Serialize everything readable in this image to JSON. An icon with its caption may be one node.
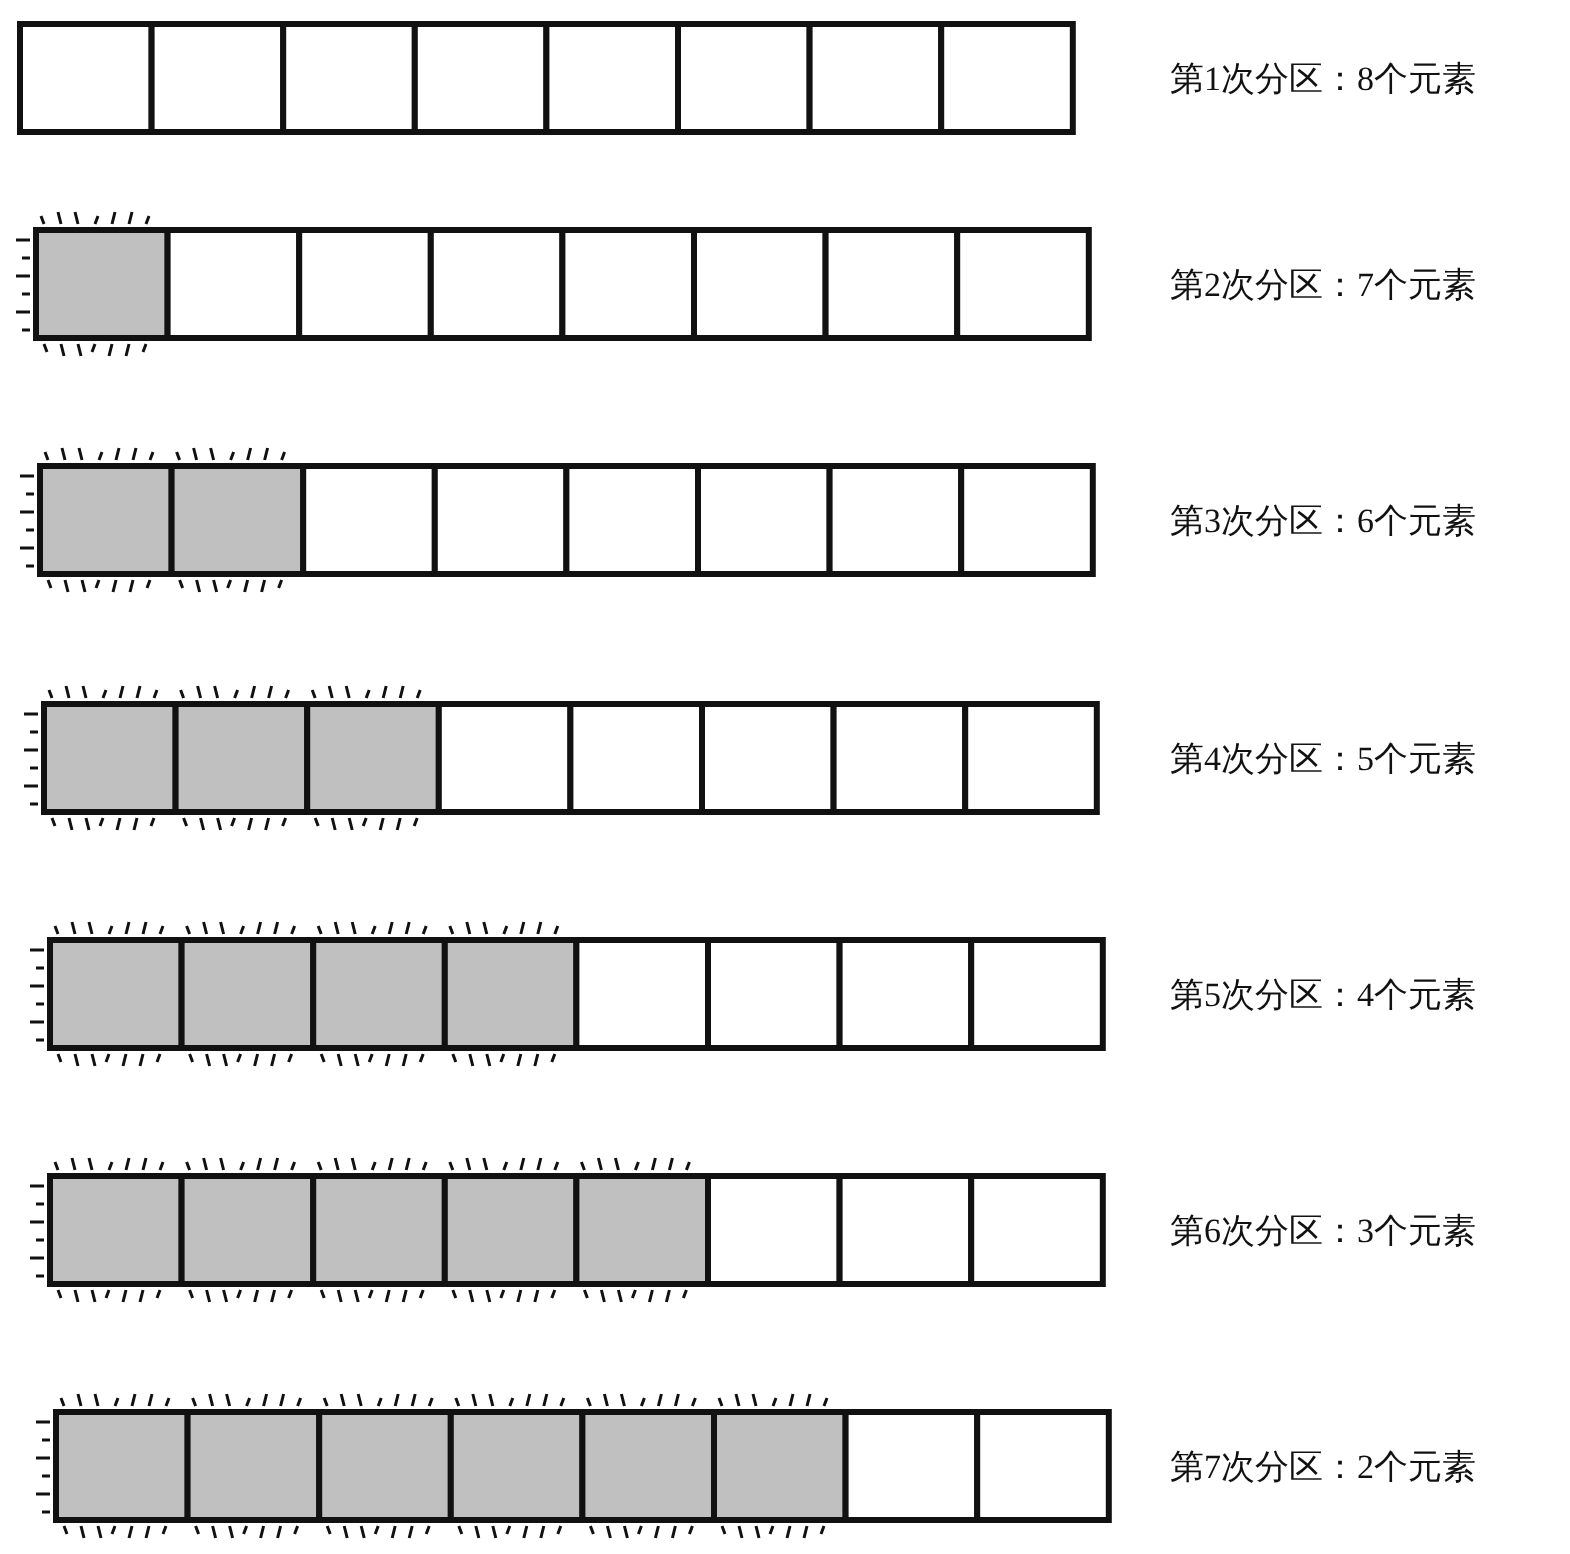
{
  "diagram": {
    "nodes": [
      {
        "text": [],
        "shape": "bar",
        "beside": [
          "第1次分区：8个元素"
        ]
      },
      {
        "text": [],
        "shape": "bar",
        "beside": [
          "第2次分区：7个元素"
        ]
      },
      {
        "text": [],
        "shape": "bar",
        "beside": [
          "第3次分区：6个元素"
        ]
      },
      {
        "text": [],
        "shape": "bar",
        "beside": [
          "第4次分区：5个元素"
        ]
      },
      {
        "text": [],
        "shape": "bar",
        "beside": [
          "第5次分区：4个元素"
        ]
      },
      {
        "text": [],
        "shape": "bar",
        "beside": [
          "第6次分区：3个元素"
        ]
      },
      {
        "text": [],
        "shape": "bar",
        "beside": [
          "第7次分区：2个元素"
        ]
      }
    ]
  }
}
